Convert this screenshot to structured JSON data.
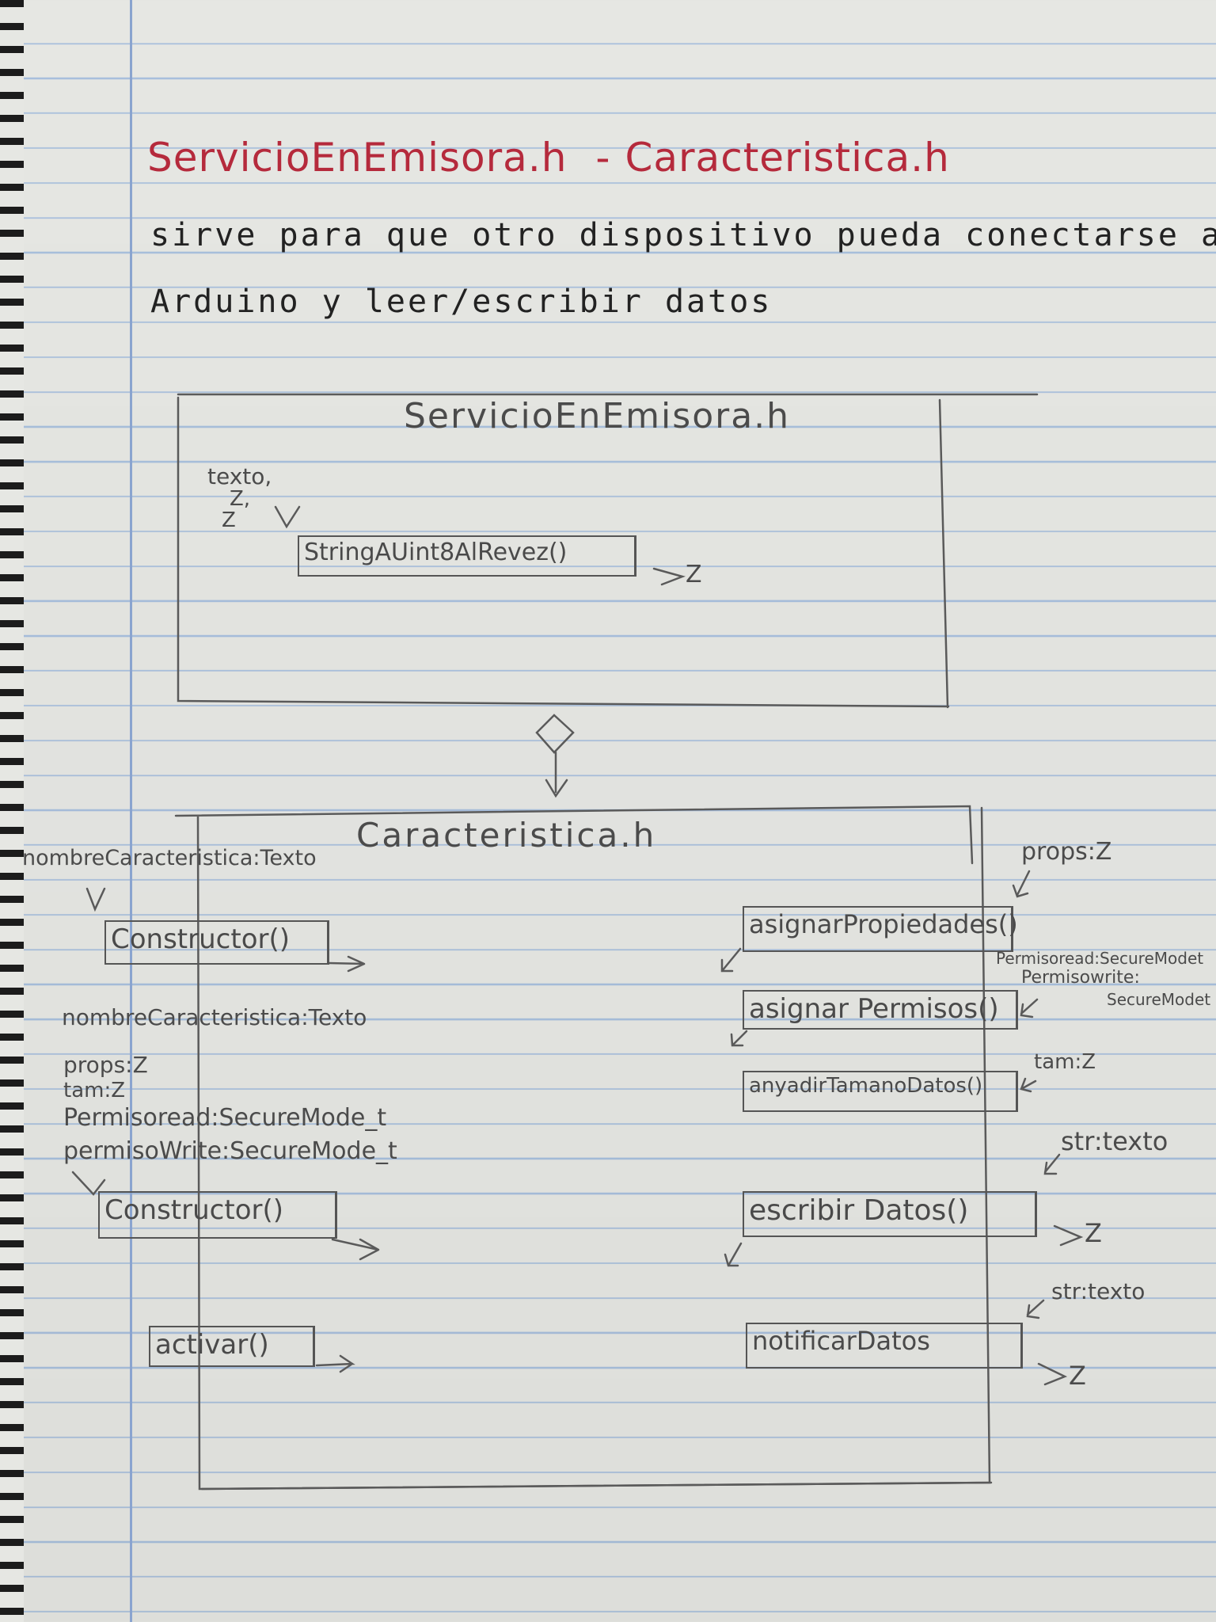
{
  "heading": {
    "file1": "ServicioEnEmisora.h",
    "dash": "-",
    "file2": "Caracteristica.h"
  },
  "description": {
    "line1": "sirve para que otro dispositivo pueda conectarse al",
    "line2": "Arduino y leer/escribir datos"
  },
  "servicio_box": {
    "title": "ServicioEnEmisora.h",
    "params": [
      "texto,",
      "Z,",
      "Z"
    ],
    "method": "StringAUint8AlRevez()",
    "return": "Z"
  },
  "caracteristica_box": {
    "title": "Caracteristica.h",
    "left": {
      "param1": "nombreCaracteristica:Texto",
      "constructor1": "Constructor()",
      "param_block": [
        "nombreCaracteristica:Texto",
        "props:Z",
        "tam:Z",
        "Permisoread:SecureMode_t",
        "permisoWrite:SecureMode_t"
      ],
      "constructor2": "Constructor()",
      "activar": "activar()"
    },
    "right": {
      "asignarPropiedades": {
        "label": "asignarPropiedades()",
        "param": "props:Z"
      },
      "asignarPermisos": {
        "label": "asignar Permisos()",
        "params": [
          "Permisoread:SecureModet",
          "Permisowrite:",
          "SecureModet"
        ]
      },
      "anyadirTamanoDatos": {
        "label": "anyadirTamanoDatos()",
        "param": "tam:Z"
      },
      "escribirDatos": {
        "label": "escribir Datos()",
        "param": "str:texto",
        "return": "Z"
      },
      "notificarDatos": {
        "label": "notificarDatos",
        "param": "str:texto",
        "return": "Z"
      }
    }
  },
  "colors": {
    "ink_red": "#b52a3c",
    "pencil": "#4a4a4a",
    "rule": "#a8bfdc",
    "margin": "#8aa4cf"
  }
}
